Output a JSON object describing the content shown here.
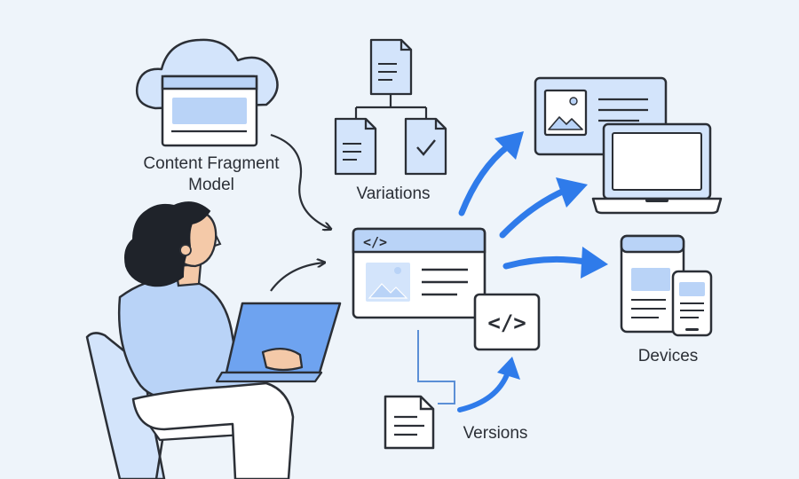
{
  "labels": {
    "content_fragment_model_line1": "Content Fragment",
    "content_fragment_model_line2": "Model",
    "variations": "Variations",
    "versions": "Versions",
    "devices": "Devices"
  },
  "icons": {
    "code_glyph": "</>"
  },
  "colors": {
    "background": "#eef4fa",
    "outline": "#2b2f36",
    "light_blue": "#d3e4fb",
    "mid_blue": "#b9d3f7",
    "accent_blue": "#2f7bea",
    "laptop_blue": "#6ea3f0",
    "connector_blue": "#5b8fd6",
    "white": "#ffffff"
  }
}
